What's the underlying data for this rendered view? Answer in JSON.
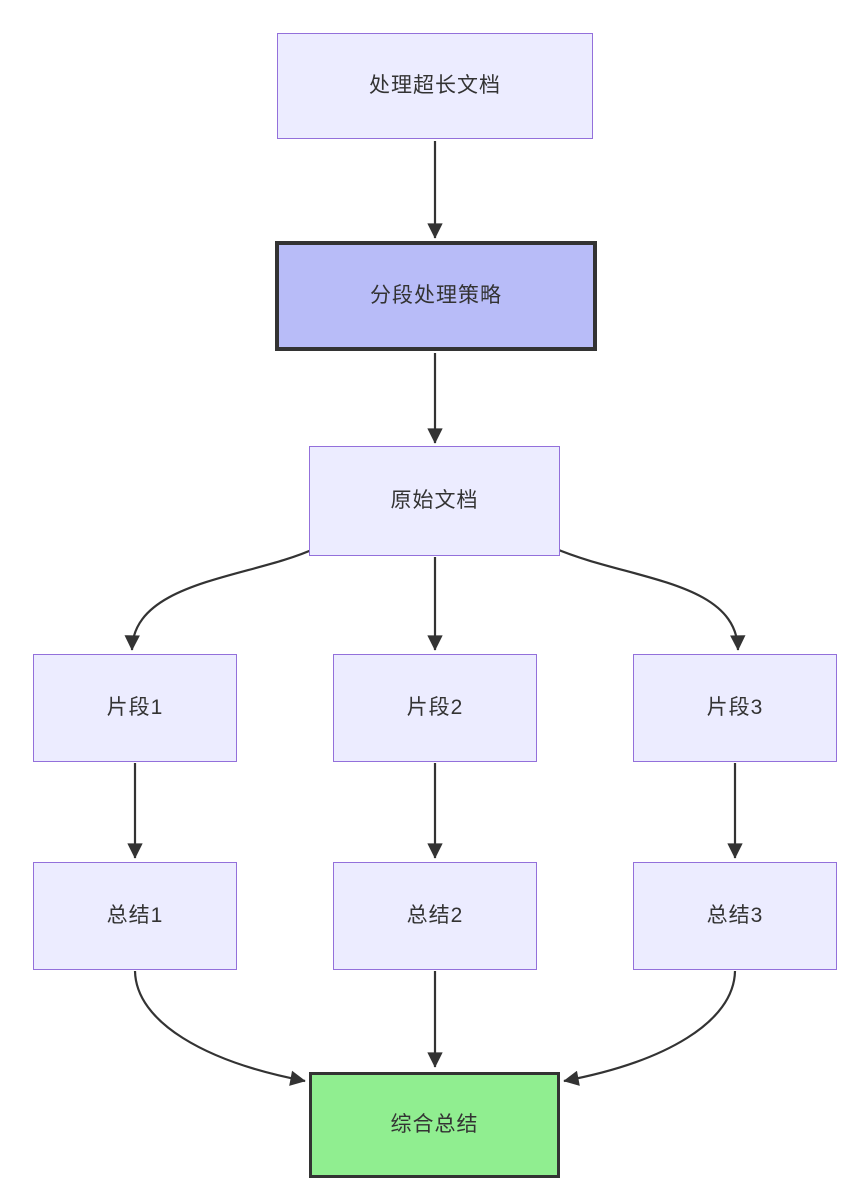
{
  "diagram": {
    "kind": "flowchart",
    "direction": "top-down",
    "nodes": {
      "a": {
        "label": "处理超长文档",
        "style": "default"
      },
      "b": {
        "label": "分段处理策略",
        "style": "emphasis"
      },
      "c": {
        "label": "原始文档",
        "style": "default"
      },
      "d1": {
        "label": "片段1",
        "style": "default"
      },
      "d2": {
        "label": "片段2",
        "style": "default"
      },
      "d3": {
        "label": "片段3",
        "style": "default"
      },
      "e1": {
        "label": "总结1",
        "style": "default"
      },
      "e2": {
        "label": "总结2",
        "style": "default"
      },
      "e3": {
        "label": "总结3",
        "style": "default"
      },
      "f": {
        "label": "综合总结",
        "style": "result"
      }
    },
    "edges": [
      {
        "from": "处理超长文档",
        "to": "分段处理策略"
      },
      {
        "from": "分段处理策略",
        "to": "原始文档"
      },
      {
        "from": "原始文档",
        "to": "片段1"
      },
      {
        "from": "原始文档",
        "to": "片段2"
      },
      {
        "from": "原始文档",
        "to": "片段3"
      },
      {
        "from": "片段1",
        "to": "总结1"
      },
      {
        "from": "片段2",
        "to": "总结2"
      },
      {
        "from": "片段3",
        "to": "总结3"
      },
      {
        "from": "总结1",
        "to": "综合总结"
      },
      {
        "from": "总结2",
        "to": "综合总结"
      },
      {
        "from": "总结3",
        "to": "综合总结"
      }
    ],
    "colors": {
      "background": "#FFFFFF",
      "node_fill": "#ECECFF",
      "node_border": "#9370DB",
      "emphasis_fill": "#B8BCF8",
      "emphasis_border": "#333333",
      "result_fill": "#90EE90",
      "result_border": "#333333",
      "edge": "#333333",
      "text": "#333333"
    }
  }
}
